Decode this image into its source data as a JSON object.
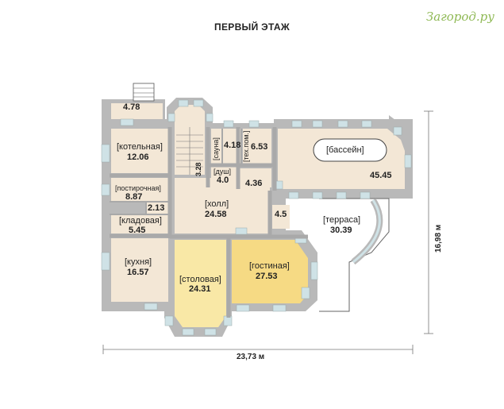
{
  "title": "ПЕРВЫЙ ЭТАЖ",
  "logo": "Загород.ру",
  "rooms": {
    "porch": {
      "area": "4.78"
    },
    "boiler": {
      "label": "[котельная]",
      "area": "12.06"
    },
    "laundry": {
      "label": "[постирочная]",
      "area": "8.87"
    },
    "pantry_small": {
      "area": "2.13"
    },
    "storage": {
      "label": "[кладовая]",
      "area": "5.45"
    },
    "kitchen": {
      "label": "[кухня]",
      "area": "16.57"
    },
    "dining": {
      "label": "[столовая]",
      "area": "24.31"
    },
    "hall": {
      "label": "[холл]",
      "area": "24.58"
    },
    "living": {
      "label": "[гостиная]",
      "area": "27.53"
    },
    "stair": {
      "area": "3.28"
    },
    "sauna": {
      "label": "[сауна]",
      "area": "4.18"
    },
    "tech": {
      "label": "[тех.пом.]",
      "area": "6.53"
    },
    "shower": {
      "label": "[душ]",
      "area": "4.0"
    },
    "corridor": {
      "area": "4.36"
    },
    "vestibule": {
      "area": "4.5"
    },
    "pool": {
      "label": "[бассейн]",
      "area": "45.45"
    },
    "terrace": {
      "label": "[терраса]",
      "area": "30.39"
    }
  },
  "dimensions": {
    "width": "23,73 м",
    "depth": "16,98 м"
  },
  "colors": {
    "wall": "#b9b9b9",
    "room": "#f3e7d6",
    "dining": "#f9e8a6",
    "living": "#f6da84",
    "window": "#cfe2e6",
    "pool": "#ffffff"
  }
}
